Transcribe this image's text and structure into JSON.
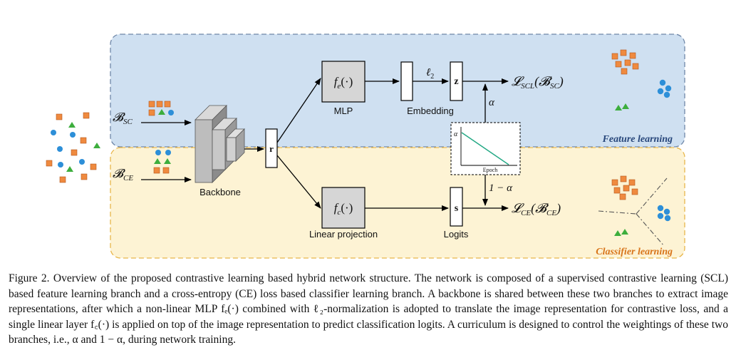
{
  "panels": {
    "feature_title": "Feature learning",
    "classifier_title": "Classifier learning"
  },
  "inputs": {
    "sc_label": "𝓑",
    "sc_sub": "SC",
    "ce_label": "𝓑",
    "ce_sub": "CE"
  },
  "backbone": {
    "label": "Backbone"
  },
  "representation": {
    "symbol": "r"
  },
  "mlp": {
    "func": "f",
    "func_sub": "e",
    "func_arg": "(·)",
    "label": "MLP"
  },
  "linear": {
    "func": "f",
    "func_sub": "c",
    "func_arg": "(·)",
    "label": "Linear projection"
  },
  "embedding": {
    "label": "Embedding",
    "norm": "ℓ",
    "norm_sub": "2"
  },
  "z": {
    "symbol": "z"
  },
  "s": {
    "symbol": "s",
    "label": "Logits"
  },
  "losses": {
    "scl": "𝓛",
    "scl_sub": "SCL",
    "scl_arg": "(𝓑",
    "scl_arg_sub": "SC",
    "scl_close": ")",
    "ce": "𝓛",
    "ce_sub": "CE",
    "ce_arg": "(𝓑",
    "ce_arg_sub": "CE",
    "ce_close": ")"
  },
  "weights": {
    "alpha": "α",
    "one_minus_alpha": "1 − α"
  },
  "curriculum": {
    "y_label": "α",
    "x_label": "Epoch"
  },
  "colors": {
    "feature_panel": "#cfe0f1",
    "feature_border": "#6f87a8",
    "classifier_panel": "#fdf3d4",
    "classifier_border": "#e8b64a",
    "feature_title": "#27467a",
    "classifier_title": "#d8741a",
    "orange_square": "#ef8a3f",
    "blue_circle": "#2d8fd8",
    "green_triangle": "#3dae3d",
    "curve": "#22a884"
  },
  "caption": {
    "text": "Figure 2. Overview of the proposed contrastive learning based hybrid network structure. The network is composed of a supervised contrastive learning (SCL) based feature learning branch and a cross-entropy (CE) loss based classifier learning branch. A backbone is shared between these two branches to extract image representations, after which a non-linear MLP fₑ(·) combined with ℓ₂-normalization is adopted to translate the image representation for contrastive loss, and a single linear layer f꜀(·) is applied on top of the image representation to predict classification logits. A curriculum is designed to control the weightings of these two branches, i.e., α and 1 − α, during network training."
  }
}
